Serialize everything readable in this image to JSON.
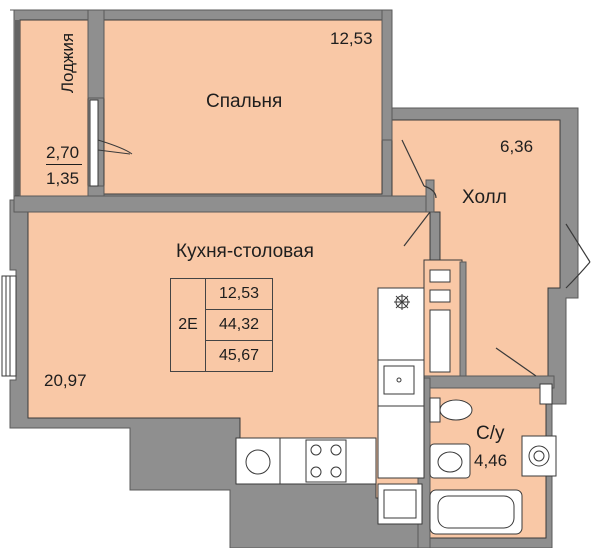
{
  "rooms": {
    "loggia": {
      "name": "Лоджия",
      "area_total": "2,70",
      "area_reduced": "1,35"
    },
    "bedroom": {
      "name": "Спальня",
      "area": "12,53"
    },
    "hall": {
      "name": "Холл",
      "area": "6,36"
    },
    "kitchen": {
      "name": "Кухня-столовая",
      "area": "20,97"
    },
    "bathroom": {
      "name": "С/у",
      "area": "4,46"
    }
  },
  "summary": {
    "code": "2Е",
    "living_area": "12,53",
    "total_area": "44,32",
    "total_with_loggia": "45,67"
  },
  "colors": {
    "wall": "#8f8f8f",
    "floor": "#f9c8a6",
    "line": "#3a3a3a",
    "fixture": "#ffffff"
  }
}
